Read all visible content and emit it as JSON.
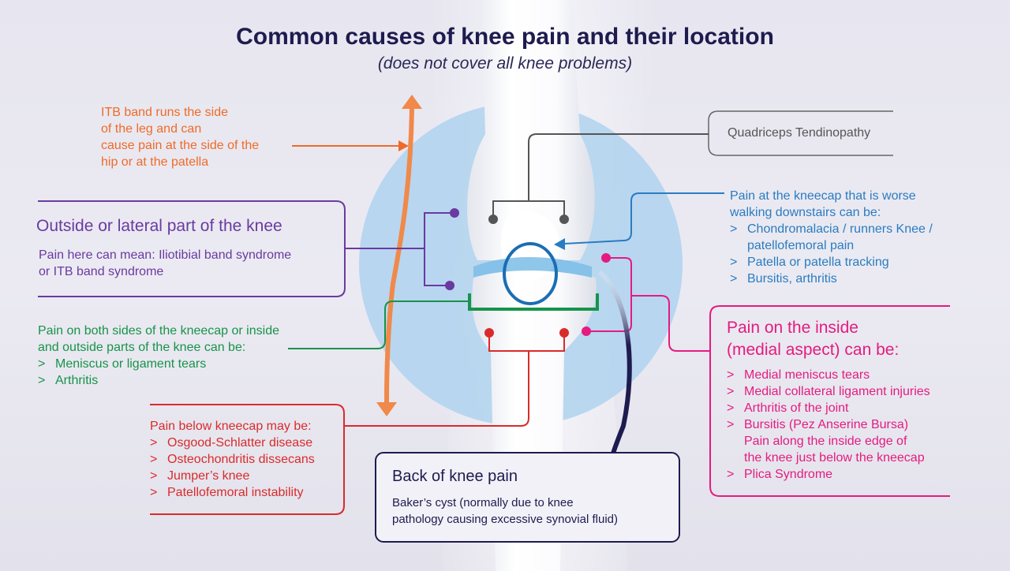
{
  "title": "Common causes of knee pain and their location",
  "subtitle": "(does not cover all knee problems)",
  "itb": {
    "lines": [
      "ITB band runs the side",
      "of the leg and can",
      "cause pain at the side of the",
      "hip or at the patella"
    ]
  },
  "lateral": {
    "heading": "Outside or lateral part of the knee",
    "lines": [
      "Pain here can mean: Iliotibial band syndrome",
      "or ITB band syndrome"
    ]
  },
  "both_sides": {
    "lines": [
      "Pain on both sides of the kneecap or inside",
      "and outside parts of the knee can be:"
    ],
    "items": [
      "Meniscus or ligament tears",
      "Arthritis"
    ]
  },
  "below": {
    "intro": "Pain below kneecap may be:",
    "items": [
      "Osgood-Schlatter disease",
      "Osteochondritis dissecans",
      "Jumper’s knee",
      "Patellofemoral instability"
    ]
  },
  "back": {
    "heading": "Back of knee pain",
    "lines": [
      "Baker’s cyst (normally due to knee",
      "pathology causing excessive synovial fluid)"
    ]
  },
  "quad": {
    "label": "Quadriceps Tendinopathy"
  },
  "kneecap": {
    "lines": [
      "Pain at the kneecap that is worse",
      "walking downstairs can be:"
    ],
    "items": [
      [
        "Chondromalacia / runners Knee /",
        "patellofemoral pain"
      ],
      [
        "Patella or patella tracking"
      ],
      [
        "Bursitis, arthritis"
      ]
    ]
  },
  "medial": {
    "heading": [
      "Pain on the inside",
      "(medial aspect) can be:"
    ],
    "items": [
      [
        "Medial meniscus tears"
      ],
      [
        "Medial collateral ligament injuries"
      ],
      [
        "Arthritis of the joint"
      ],
      [
        "Bursitis (Pez Anserine Bursa)",
        "Pain along the inside edge of",
        "the knee just below the kneecap"
      ],
      [
        "Plica Syndrome"
      ]
    ]
  },
  "colors": {
    "orange": "#f06a28",
    "purple": "#6a3aa0",
    "green": "#17934a",
    "red": "#d92b2b",
    "blue": "#2a7cc0",
    "pink": "#e51b7f",
    "navy": "#1e1b4f",
    "gray": "#666666"
  }
}
